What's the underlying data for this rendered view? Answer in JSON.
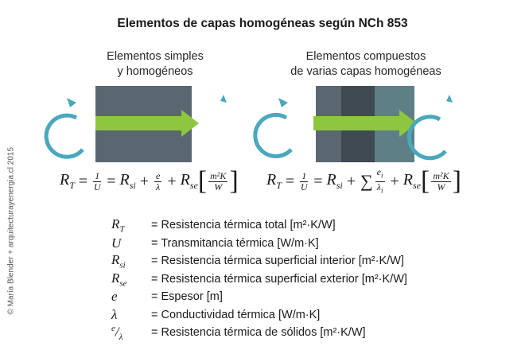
{
  "title": "Elementos de capas homogéneas según NCh 853",
  "left_panel": {
    "label_line1": "Elementos simples",
    "label_line2": "y homogéneos"
  },
  "right_panel": {
    "label_line1": "Elementos compuestos",
    "label_line2": "de varias capas homogéneas"
  },
  "credit": "© María Blender + arquitecturayenergia.cl 2015",
  "colors": {
    "arrow": "#8dc63f",
    "wall_dark": "#5a6670",
    "wall_darker": "#3f4a52",
    "wall_teal": "#5e7f86",
    "circ_arrow": "#4aa8bd"
  },
  "legend": [
    {
      "symbol": "R_T",
      "text": "= Resistencia térmica total [m²·K/W]"
    },
    {
      "symbol": "U",
      "text": "= Transmitancia térmica [W/m·K]"
    },
    {
      "symbol": "R_si",
      "text": "= Resistencia térmica superficial interior [m²·K/W]"
    },
    {
      "symbol": "R_se",
      "text": "= Resistencia térmica superficial exterior [m²·K/W]"
    },
    {
      "symbol": "e",
      "text": "= Espesor [m]"
    },
    {
      "symbol": "λ",
      "text": "= Conductividad térmica [W/m·K]"
    },
    {
      "symbol": "e/λ",
      "text": "= Resistencia térmica de sólidos [m²·K/W]"
    }
  ]
}
